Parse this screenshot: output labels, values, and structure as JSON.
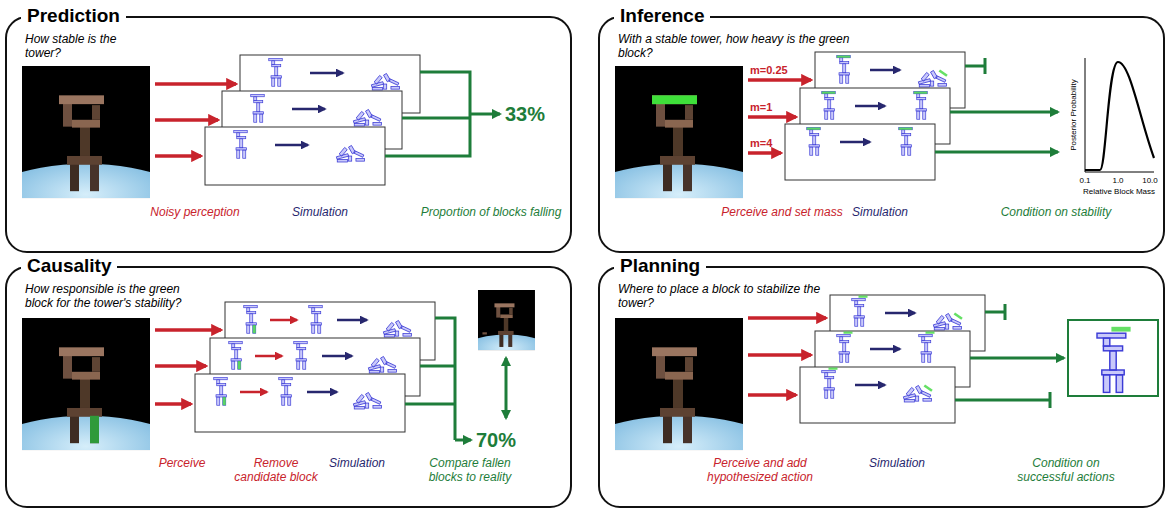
{
  "diagram": {
    "nodes": [
      {
        "text": [
          "Prediction",
          "How stable is the tower?"
        ]
      },
      {
        "text": [
          "Inference",
          "With a stable tower, how heavy is the green block?"
        ]
      },
      {
        "text": [
          "Causality",
          "How responsible is the green block for the tower's stability?"
        ]
      },
      {
        "text": [
          "Planning",
          "Where to place a block to stabilize the tower?"
        ]
      }
    ],
    "labels": [
      "Noisy perception",
      "Simulation",
      "Proportion of blocks falling",
      "33%",
      "m=0.25",
      "m=1",
      "m=4",
      "Perceive and set mass",
      "Simulation",
      "Condition on stability",
      "Posterior Probability",
      "Relative Block Mass",
      "0.1",
      "1.0",
      "10.0",
      "Perceive",
      "Remove candidate block",
      "Simulation",
      "Compare fallen blocks to reality",
      "70%",
      "Perceive and add hypothesized action",
      "Simulation",
      "Condition on successful actions"
    ]
  }
}
